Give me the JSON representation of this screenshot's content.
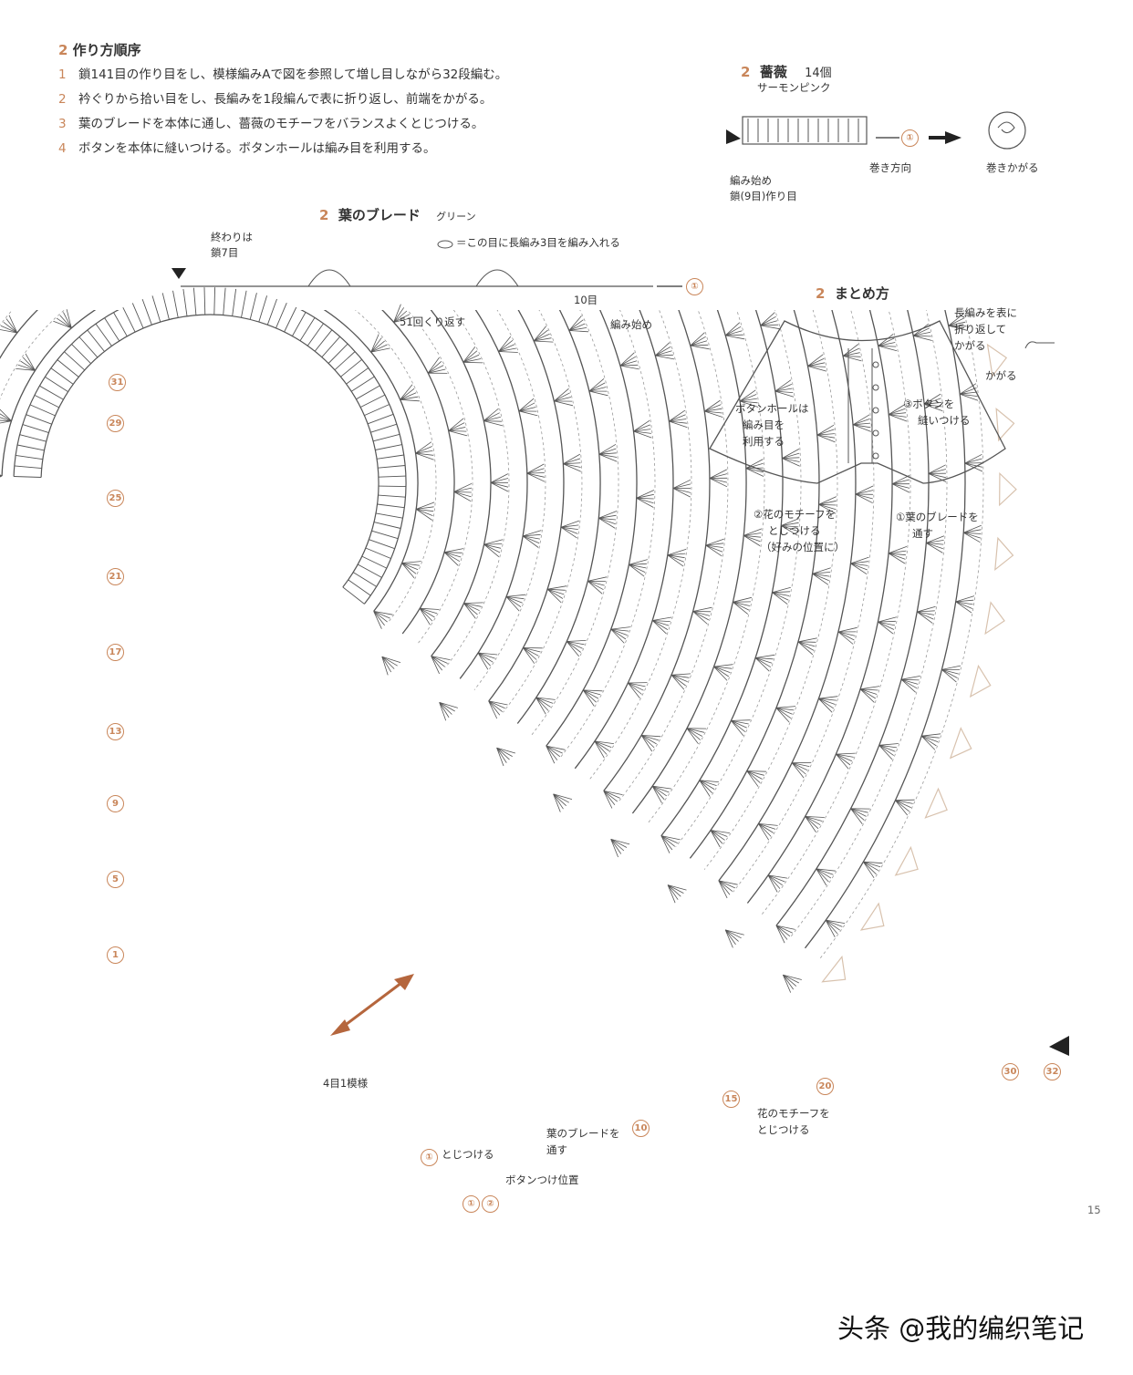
{
  "instructions": {
    "title_num": "2",
    "title": "作り方順序",
    "steps": [
      {
        "n": "1",
        "text": "鎖141目の作り目をし、模様編みAで図を参照して増し目しながら32段編む。"
      },
      {
        "n": "2",
        "text": "衿ぐりから拾い目をし、長編みを1段編んで表に折り返し、前端をかがる。"
      },
      {
        "n": "3",
        "text": "葉のブレードを本体に通し、薔薇のモチーフをバランスよくとじつける。"
      },
      {
        "n": "4",
        "text": "ボタンを本体に縫いつける。ボタンホールは編み目を利用する。"
      }
    ]
  },
  "rose": {
    "num": "2",
    "title": "薔薇",
    "count": "14個",
    "color": "サーモンピンク",
    "start_label": "編み始め",
    "chain_label": "鎖(9目)作り目",
    "marker": "①",
    "wind_label": "巻き方向",
    "wind_result": "巻きかがる"
  },
  "leaf": {
    "num": "2",
    "title": "葉のブレード",
    "color": "グリーン",
    "end_label": "終わりは",
    "end_label2": "鎖7目",
    "legend": "＝この目に長編み3目を編み入れる",
    "repeat": "51回くり返す",
    "ten": "10目",
    "start": "編み始め",
    "marker": "①"
  },
  "assembly": {
    "num": "2",
    "title": "まとめ方",
    "fold": "長編みを表に",
    "fold2": "折り返して",
    "fold3": "かがる",
    "whip": "かがる",
    "buttonhole": "ボタンホールは",
    "buttonhole2": "編み目を",
    "buttonhole3": "利用する",
    "button": "③ボタンを",
    "button2": "縫いつける",
    "flower": "②花のモチーフを",
    "flower2": "とじつける",
    "flower3": "（好みの位置に）",
    "leaf": "①葉のブレードを",
    "leaf2": "通す"
  },
  "chart": {
    "row_markers": [
      "31",
      "29",
      "25",
      "21",
      "17",
      "13",
      "9",
      "5",
      "1"
    ],
    "repeat_label": "4目1模様",
    "attach_label": "とじつける",
    "leaf_pass": "葉のブレードを",
    "leaf_pass2": "通す",
    "button_pos": "ボタンつけ位置",
    "flower_attach": "花のモチーフを",
    "flower_attach2": "とじつける",
    "bottom_markers": [
      "①",
      "①",
      "②",
      "10",
      "15",
      "20",
      "30",
      "32"
    ]
  },
  "page_number": "15",
  "watermark": "头条 @我的编织笔记",
  "colors": {
    "accent": "#c9865a",
    "arrow": "#b5663d",
    "line": "#555555",
    "petal": "#d8c2ae"
  }
}
